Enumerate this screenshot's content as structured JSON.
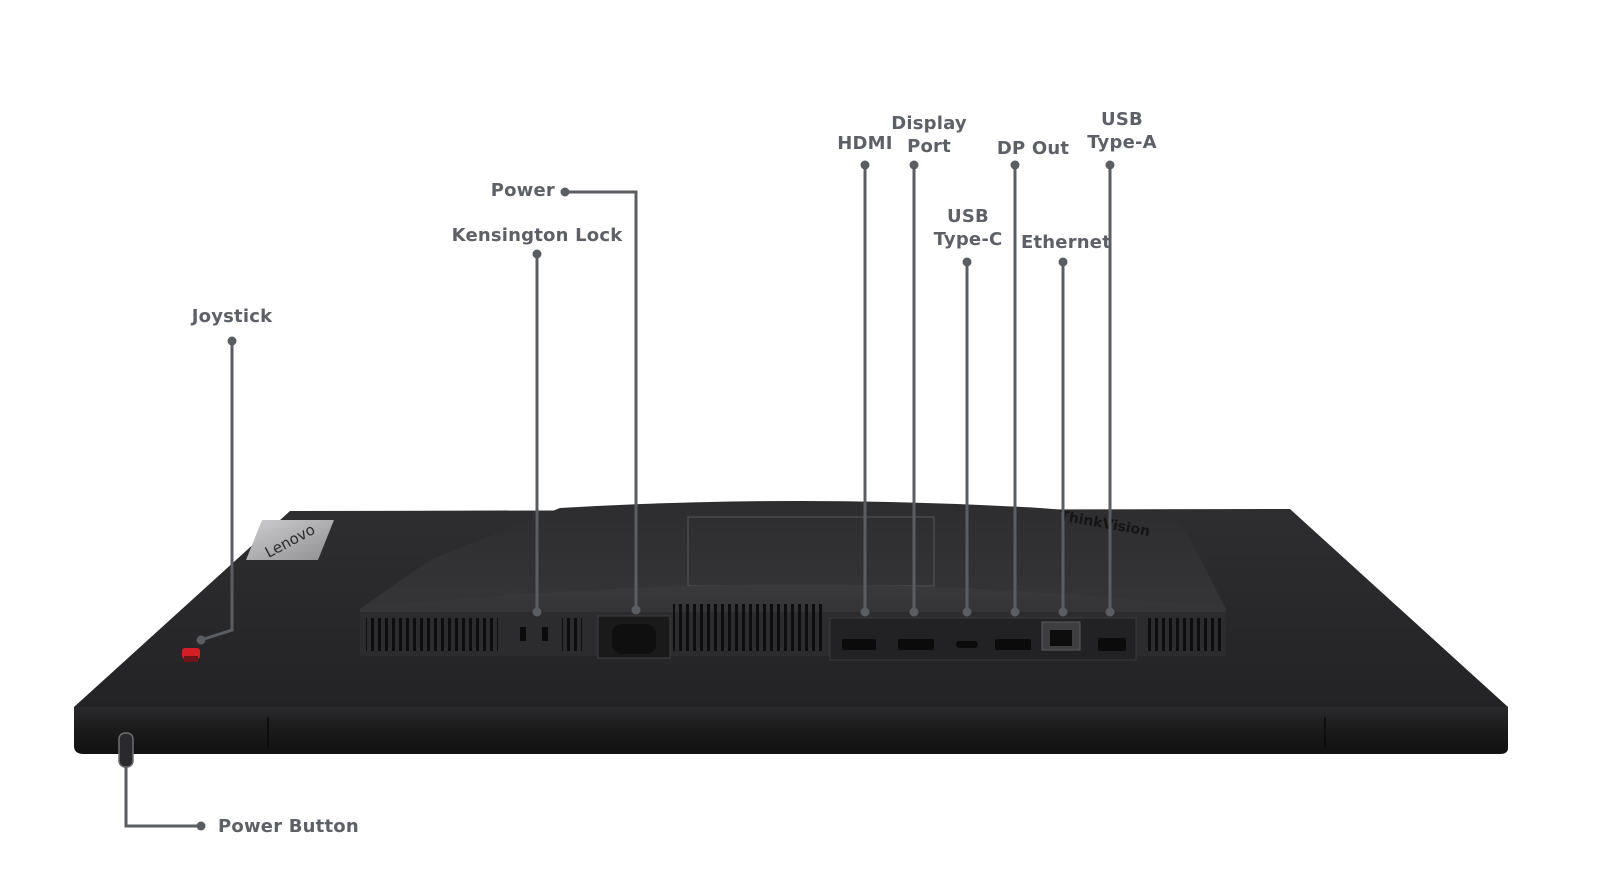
{
  "brand": {
    "left_badge": "Lenovo",
    "right_badge": "ThinkVision"
  },
  "callouts": {
    "joystick": "Joystick",
    "kensington_lock": "Kensington Lock",
    "power": "Power",
    "hdmi": "HDMI",
    "display_port": {
      "line1": "Display",
      "line2": "Port"
    },
    "usb_type_c": {
      "line1": "USB",
      "line2": "Type-C"
    },
    "dp_out": "DP Out",
    "ethernet": "Ethernet",
    "usb_type_a": {
      "line1": "USB",
      "line2": "Type-A"
    },
    "power_button": "Power Button"
  },
  "colors": {
    "label_text": "#5d6167",
    "leader_line": "#5a5d62",
    "monitor_body": "#1f1f21",
    "monitor_top": "#2a2a2c",
    "accent_red": "#d31e25"
  }
}
